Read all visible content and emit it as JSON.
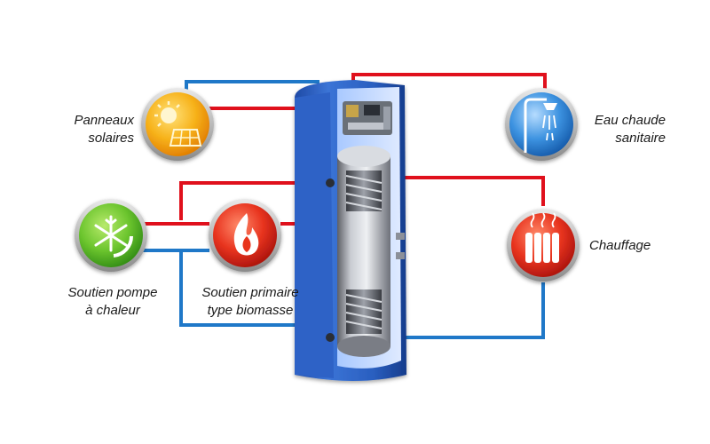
{
  "labels": {
    "solar_line1": "Panneaux",
    "solar_line2": "solaires",
    "heatpump_line1": "Soutien pompe",
    "heatpump_line2": "à chaleur",
    "biomass_line1": "Soutien primaire",
    "biomass_line2": "type biomasse",
    "hotwater_line1": "Eau chaude",
    "hotwater_line2": "sanitaire",
    "heating": "Chauffage"
  },
  "icons": {
    "solar": "sun-solar-panel-icon",
    "heatpump": "snowflake-sun-icon",
    "biomass": "flame-icon",
    "hotwater": "shower-icon",
    "heating": "radiator-icon"
  },
  "colors": {
    "hot_pipe": "#e0101c",
    "cold_pipe": "#1f78c8",
    "tank_body": "#2a5fc0",
    "solar_circle": "#f2a300",
    "heatpump_circle": "#5cb82a",
    "biomass_circle": "#d8261c",
    "hotwater_circle": "#2d86d6",
    "heating_circle": "#d8261c"
  }
}
